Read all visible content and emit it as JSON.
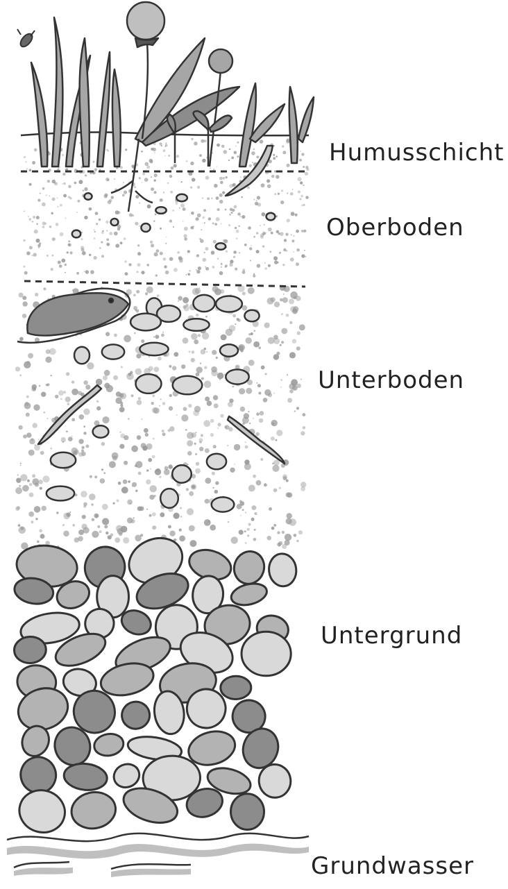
{
  "layers": [
    {
      "id": "humus",
      "label": "Humusschicht"
    },
    {
      "id": "oberboden",
      "label": "Oberboden"
    },
    {
      "id": "unterboden",
      "label": "Unterboden"
    },
    {
      "id": "untergrund",
      "label": "Untergrund"
    },
    {
      "id": "grundwasser",
      "label": "Grundwasser"
    }
  ],
  "colors": {
    "ink": "#333333",
    "stone_light": "#d9d9d9",
    "stone_mid": "#b3b3b3",
    "stone_dark": "#8c8c8c",
    "speckle": "#9a9a9a",
    "plant": "#a6a6a6",
    "water": "#bfbfbf"
  }
}
